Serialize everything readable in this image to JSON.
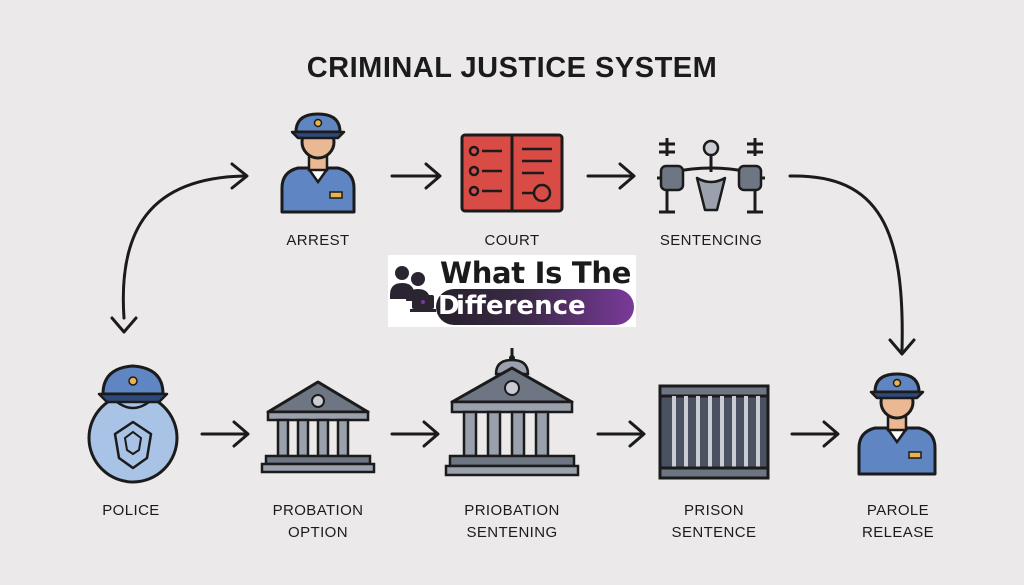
{
  "title": "CRIMINAL JUSTICE SYSTEM",
  "colors": {
    "background": "#ebe9ea",
    "police_blue": "#5f86c2",
    "police_dark": "#2e4a7a",
    "skin": "#eab893",
    "court_red": "#d94b45",
    "building_gray": "#6f7683",
    "building_light": "#9aa1ad",
    "line": "#1b1b1b",
    "logo_purple": "#7a3a9a"
  },
  "nodes": {
    "arrest": {
      "label": "ARREST",
      "icon": "officer-icon"
    },
    "court": {
      "label": "COURT",
      "icon": "court-document-icon"
    },
    "sentencing": {
      "label": "SENTENCING",
      "icon": "sentencing-scales-icon"
    },
    "police": {
      "label": "POLICE",
      "icon": "police-badge-icon"
    },
    "probation_option": {
      "line1": "PROBATION",
      "line2": "OPTION",
      "icon": "courthouse-icon"
    },
    "probation_sentencing": {
      "line1": "PRIOBATION",
      "line2": "SENTENING",
      "icon": "courthouse-dome-icon"
    },
    "prison_sentence": {
      "line1": "PRISON",
      "line2": "SENTENCE",
      "icon": "prison-bars-icon"
    },
    "parole_release": {
      "line1": "PAROLE",
      "line2": "RELEASE",
      "icon": "parole-officer-icon"
    }
  },
  "watermark": {
    "line1": "What Is The",
    "line2": "ifference",
    "initial": "D"
  }
}
